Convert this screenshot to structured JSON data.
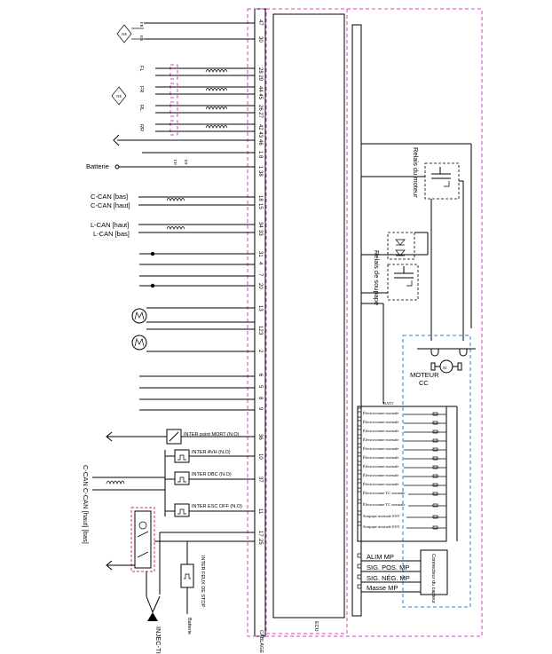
{
  "labels": {
    "cablage": "CÂBLAGE",
    "ecu": "ECU",
    "batterie_left": "Batterie",
    "batterie_bottom": "Batterie",
    "ccan_bas": "C-CAN [bas]",
    "ccan_haut": "C-CAN [haut]",
    "lcan_haut": "L-CAN [haut]",
    "lcan_bas": "L-CAN [bas]",
    "relais_moteur": "Relais du moteur",
    "relais_soupape": "Relais de soupape",
    "moteur_cc": "MOTEUR CC",
    "batt": "BATT",
    "inter_mort": "INTER point MORT (N.O)",
    "inter_avh": "INTER AVH (N.O)",
    "inter_dbc": "INTER DBC (N.O)",
    "inter_esc": "INTER ESC OFF (N.O)",
    "inter_feux": "INTER FEUX DE STOP",
    "ccan_vertical": "C-CAN C-CAN [haut] [bas]",
    "injection": "INJEC-TION",
    "alim_mp": "ALIM MP",
    "sig_pos": "SIG. POS. MP",
    "sig_neg": "SIG. NÉG. MP",
    "masse_mp": "Masse MP",
    "connecteur": "Connecteur du capteur",
    "fl": "FL",
    "fr": "FR",
    "rl": "RL",
    "rr": "RR"
  },
  "pins": [
    "47",
    "30",
    "28 29",
    "44 45",
    "26 27",
    "42 43",
    "46",
    "1 8",
    "1 38",
    "18",
    "15",
    "34",
    "33",
    "31",
    "4",
    "7",
    "20",
    "13",
    "12",
    "3",
    "2",
    "6",
    "5",
    "8",
    "9",
    "36",
    "10",
    "37",
    "11",
    "17",
    "25"
  ],
  "valves": [
    "Électrovanne normale",
    "Électrovanne normale",
    "Électrovanne normale",
    "Électrovanne normale",
    "Électrovanne normale",
    "Électrovanne normale",
    "Électrovanne normale",
    "Électrovanne normale",
    "Électrovanne normale",
    "Électrovanne TC normale",
    "Électrovanne TC normale",
    "Soupape normale ESV",
    "Soupape normale ESV"
  ]
}
